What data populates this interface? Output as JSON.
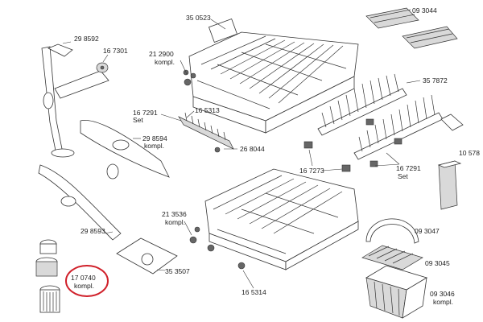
{
  "labels": {
    "p350523": "35 0523",
    "p093044": "09 3044",
    "p298592": "29 8592",
    "p167301": "16 7301",
    "p212900": "21 2900",
    "p212900_sub": "kompl.",
    "p167291a": "16 7291",
    "p167291a_sub": "Set",
    "p165313": "16 5313",
    "p298594": "29 8594",
    "p298594_sub": "kompl.",
    "p268044": "26 8044",
    "p357872": "35 7872",
    "p105780": "10 578",
    "p167273": "16 7273",
    "p167291b": "16 7291",
    "p167291b_sub": "Set",
    "p213536": "21 3536",
    "p213536_sub": "kompl.",
    "p298593": "29 8593",
    "p093047": "09 3047",
    "p353507": "35 3507",
    "p093045": "09 3045",
    "p170740": "17 0740",
    "p170740_sub": "kompl.",
    "p165314": "16 5314",
    "p093046": "09 3046",
    "p093046_sub": "kompl."
  },
  "highlight_color": "#d0202a"
}
